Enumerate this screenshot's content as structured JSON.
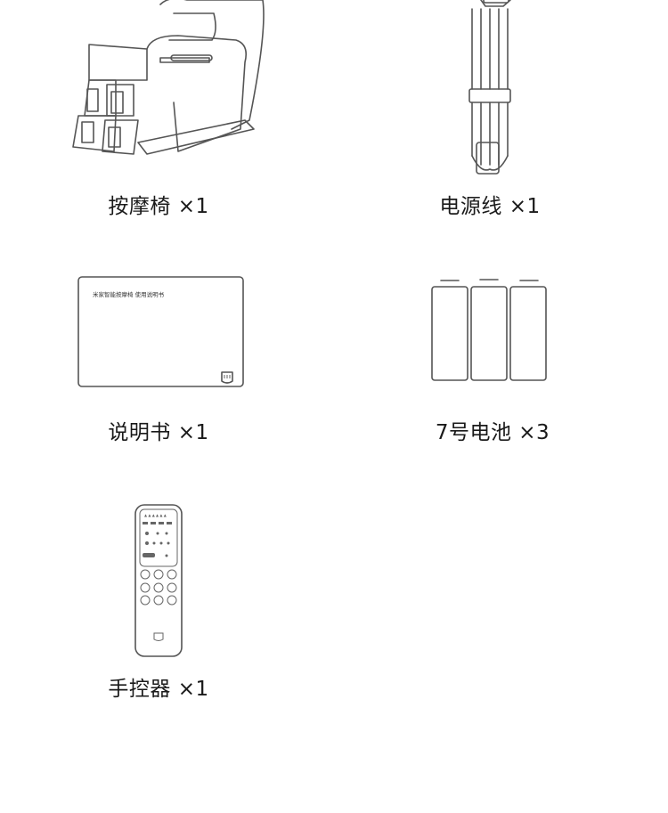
{
  "items": [
    {
      "name": "按摩椅",
      "qty": "×1"
    },
    {
      "name": "电源线",
      "qty": "×1"
    },
    {
      "name": "说明书",
      "qty": "×1"
    },
    {
      "name": "7号电池",
      "qty": "×3"
    },
    {
      "name": "手控器",
      "qty": "×1"
    }
  ],
  "manual": {
    "cover_title": "米家智能按摩椅 使用说明书"
  },
  "icons": {
    "chair": "massage-chair-illustration",
    "cable": "power-cable-illustration",
    "manual": "manual-booklet-illustration",
    "battery": "aaa-battery-illustration",
    "remote": "remote-control-illustration",
    "logo": "mi-home-logo"
  }
}
